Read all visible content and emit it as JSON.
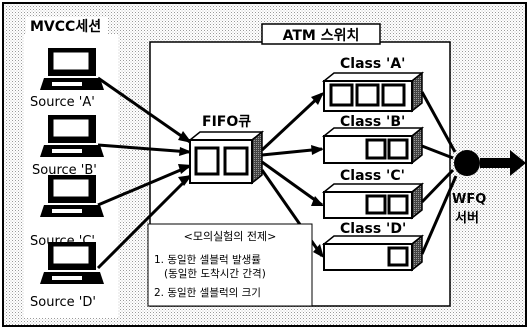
{
  "diagram": {
    "mvcc_title": "MVCC세션",
    "atm_title": "ATM 스위치",
    "sources": [
      "Source 'A'",
      "Source 'B'",
      "Source 'C'",
      "Source 'D'"
    ],
    "fifo_label": "FIFO큐",
    "classes": [
      "Class 'A'",
      "Class 'B'",
      "Class 'C'",
      "Class 'D'"
    ],
    "server_label_line1": "WFQ",
    "server_label_line2": "서버",
    "premise": {
      "title": "<모의실험의 전제>",
      "item1_line1": "1. 동일한 셀블럭 발생률",
      "item1_line2": "(동일한 도착시간 간격)",
      "item2": "2. 동일한 셀블럭의 크기"
    }
  }
}
